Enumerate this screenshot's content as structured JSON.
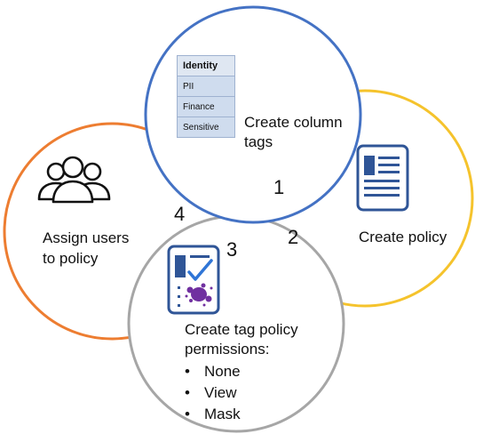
{
  "colors": {
    "circle_tags": "#4472c4",
    "circle_policy": "#f5c32c",
    "circle_permissions": "#a6a6a6",
    "circle_users": "#ed7d31",
    "icon_blue": "#2f5597",
    "splat_purple": "#7030a0"
  },
  "icons": [
    "tag-table",
    "document-icon",
    "checklist-icon",
    "users-icon"
  ],
  "tag_table": {
    "header": "Identity",
    "rows": [
      "PII",
      "Finance",
      "Sensitive"
    ]
  },
  "steps": {
    "tags": {
      "number": "1",
      "label_line1": "Create column",
      "label_line2": "tags"
    },
    "policy": {
      "number": "2",
      "label": "Create policy"
    },
    "permissions": {
      "number": "3",
      "label_line1": "Create tag policy",
      "label_line2": "permissions:",
      "options": [
        "None",
        "View",
        "Mask"
      ]
    },
    "users": {
      "number": "4",
      "label_line1": "Assign users",
      "label_line2": "to policy"
    }
  }
}
